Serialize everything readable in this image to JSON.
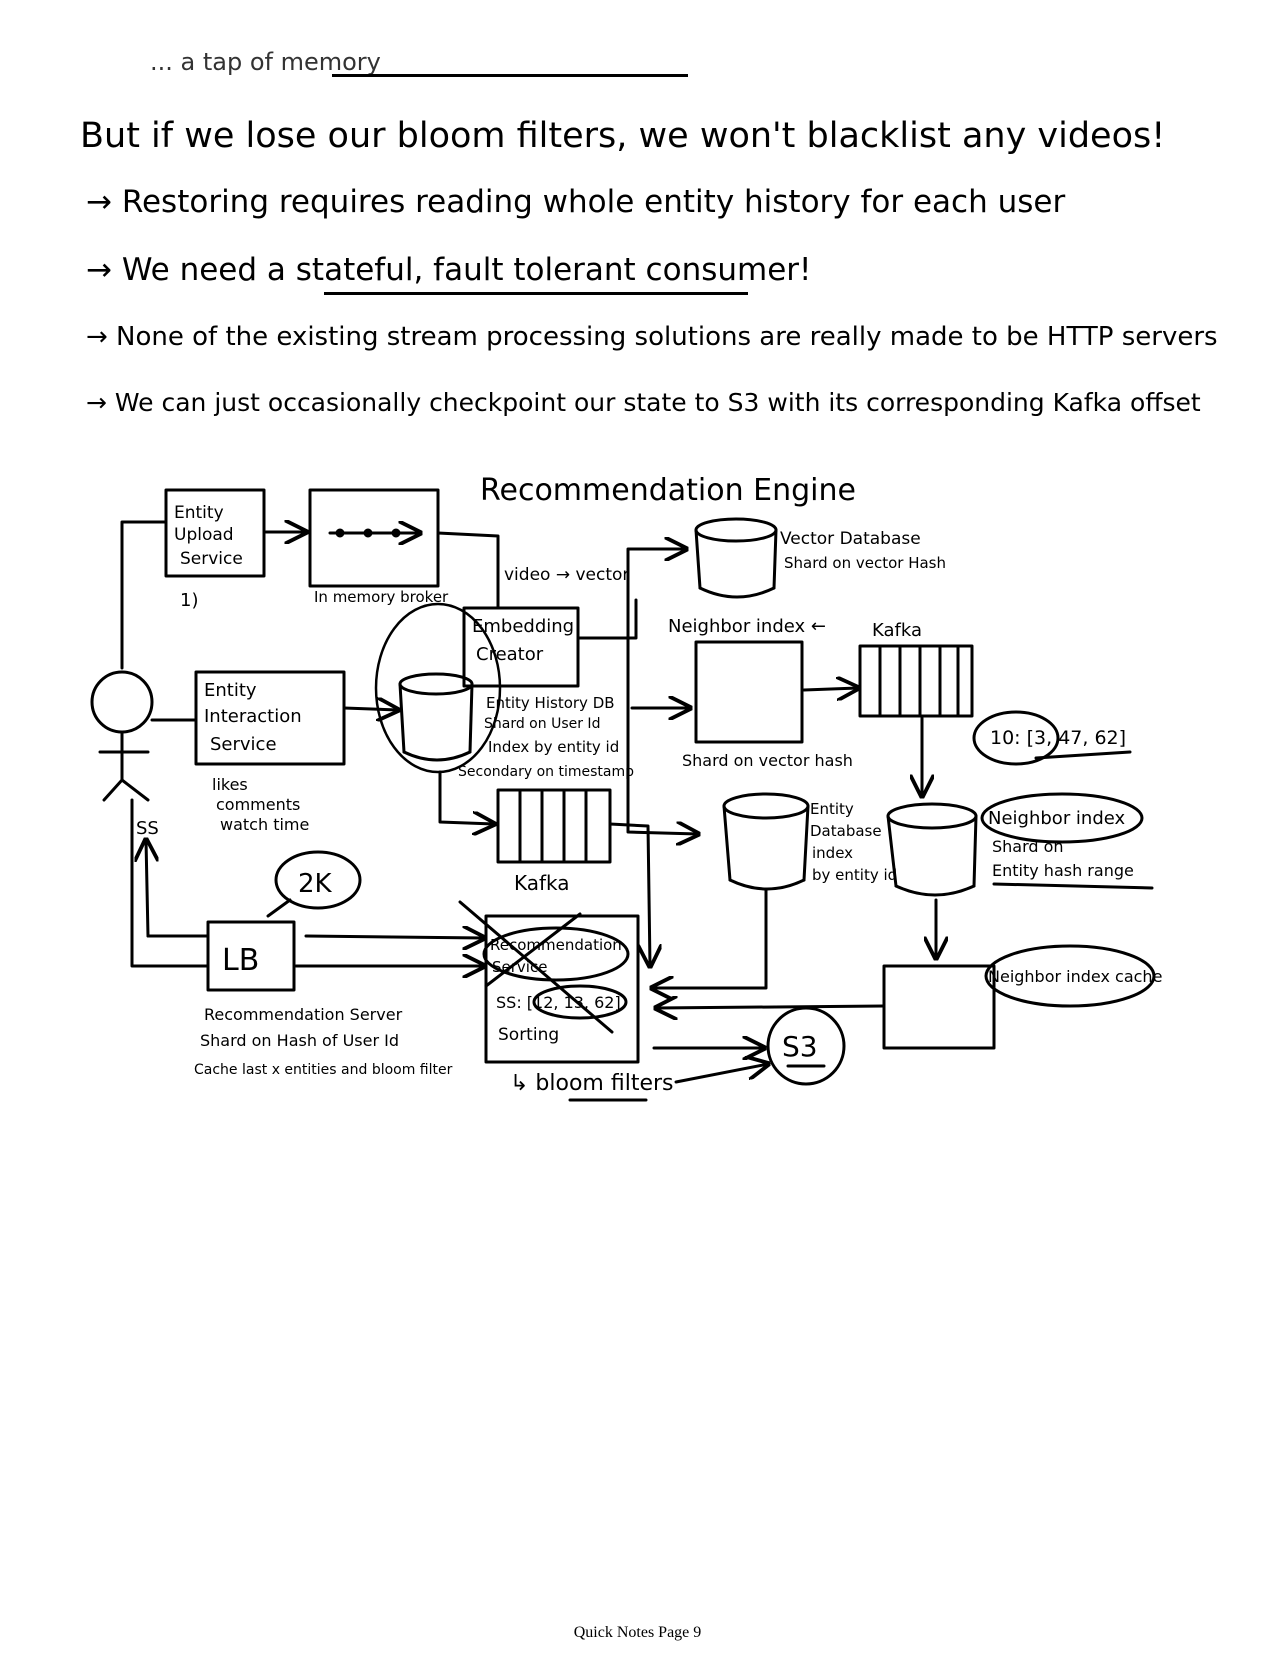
{
  "notes": {
    "clipped_top": "... a tap of memory",
    "line1": "But if we lose our bloom filters, we won't blacklist any videos!",
    "bullets": [
      "→ Restoring requires reading whole entity history for each user",
      "→ We need a stateful, fault tolerant consumer!",
      "→ None of the existing stream processing solutions are really made to be HTTP servers",
      "→ We can just occasionally checkpoint our state to S3 with its corresponding Kafka offset"
    ]
  },
  "diagram": {
    "title": "Recommendation Engine",
    "entity_upload_service": [
      "Entity",
      "Upload",
      "Service"
    ],
    "marker_1": "1)",
    "in_memory_broker": "In memory broker",
    "video_to_vector": "video → vector",
    "vector_database": [
      "Vector Database",
      "Shard on vector Hash"
    ],
    "embedding_creator": [
      "Embedding",
      "Creator"
    ],
    "neighbor_index_top": "Neighbor index ←",
    "kafka_right": "Kafka",
    "entity_interaction_service": [
      "Entity",
      "Interaction",
      "Service"
    ],
    "interaction_types": [
      "likes",
      "comments",
      "watch time"
    ],
    "entity_history_db": [
      "Entity History DB",
      "Shard on User Id",
      "Index by entity id",
      "Secondary on timestamp"
    ],
    "shard_on_vector_hash": "Shard on vector hash",
    "neighbor_example": "10: [3, 47, 62]",
    "ss_label": "SS",
    "entity_database": [
      "Entity",
      "Database",
      "index",
      "by entity id"
    ],
    "neighbor_index_shard": [
      "Neighbor index",
      "Shard on",
      "Entity hash range"
    ],
    "count_2k": "2K",
    "kafka_mid": "Kafka",
    "lb": "LB",
    "recommendation_service": [
      "Recommendation",
      "Service"
    ],
    "ss_values": "SS: [12, 13, 62]",
    "sorting": "Sorting",
    "neighbor_index_cache": "Neighbor index cache",
    "s3": "S3",
    "bloom_filters": "↳ bloom filters",
    "recommendation_server": [
      "Recommendation Server",
      "Shard on Hash of User Id",
      "Cache last x entities and bloom filter"
    ]
  },
  "footer": "Quick Notes Page 9"
}
